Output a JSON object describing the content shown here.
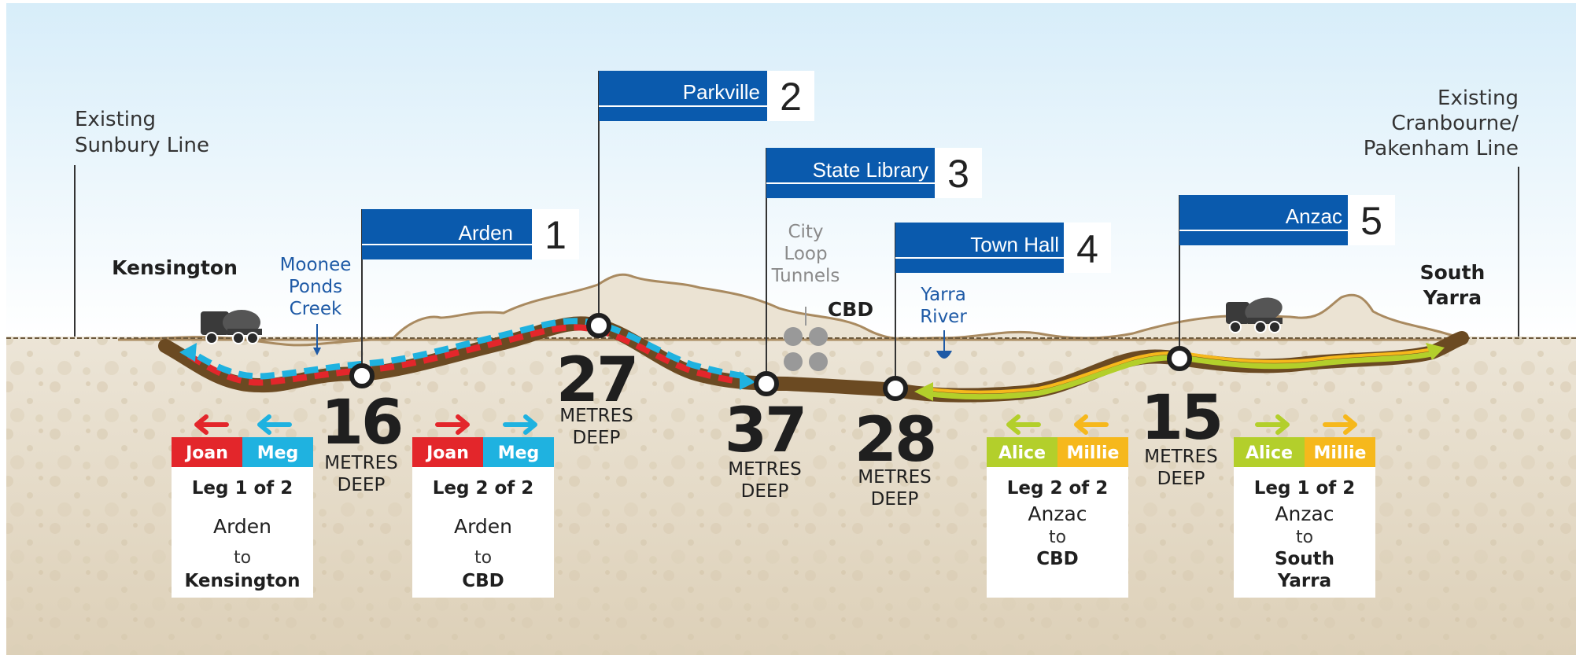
{
  "labels": {
    "existing_left": [
      "Existing",
      "Sunbury Line"
    ],
    "existing_right": [
      "Existing",
      "Cranbourne/",
      "Pakenham Line"
    ],
    "kensington": "Kensington",
    "south_yarra": [
      "South",
      "Yarra"
    ],
    "moonee": [
      "Moonee",
      "Ponds",
      "Creek"
    ],
    "city_loop": [
      "City",
      "Loop",
      "Tunnels"
    ],
    "cbd": "CBD",
    "yarra": [
      "Yarra",
      "River"
    ]
  },
  "stations": [
    {
      "name": "Arden",
      "number": "1",
      "depth": "16",
      "depth_label": [
        "METRES",
        "DEEP"
      ]
    },
    {
      "name": "Parkville",
      "number": "2",
      "depth": "27",
      "depth_label": [
        "METRES",
        "DEEP"
      ]
    },
    {
      "name": "State Library",
      "number": "3",
      "depth": "37",
      "depth_label": [
        "METRES",
        "DEEP"
      ]
    },
    {
      "name": "Town Hall",
      "number": "4",
      "depth": "28",
      "depth_label": [
        "METRES",
        "DEEP"
      ]
    },
    {
      "name": "Anzac",
      "number": "5",
      "depth": "15",
      "depth_label": [
        "METRES",
        "DEEP"
      ]
    }
  ],
  "legs": [
    {
      "machines": [
        "Joan",
        "Meg"
      ],
      "colors": [
        "#e3262b",
        "#1fb2e0"
      ],
      "leg": "Leg 1 of 2",
      "from": "Arden",
      "to": "to",
      "dest": "Kensington"
    },
    {
      "machines": [
        "Joan",
        "Meg"
      ],
      "colors": [
        "#e3262b",
        "#1fb2e0"
      ],
      "leg": "Leg 2 of 2",
      "from": "Arden",
      "to": "to",
      "dest": "CBD"
    },
    {
      "machines": [
        "Alice",
        "Millie"
      ],
      "colors": [
        "#b3cf2b",
        "#f6b81c"
      ],
      "leg": "Leg 2 of 2",
      "from": "Anzac",
      "to": "to",
      "dest": "CBD"
    },
    {
      "machines": [
        "Alice",
        "Millie"
      ],
      "colors": [
        "#b3cf2b",
        "#f6b81c"
      ],
      "leg": "Leg 1 of 2",
      "from": "Anzac",
      "to": "to",
      "dest": [
        "South",
        "Yarra"
      ]
    }
  ],
  "colors": {
    "flag_blue": "#0a5aad",
    "tunnel_brown": "#6b4a22",
    "sky_top": "#d9eef9",
    "ground": "#e6dcc9"
  }
}
